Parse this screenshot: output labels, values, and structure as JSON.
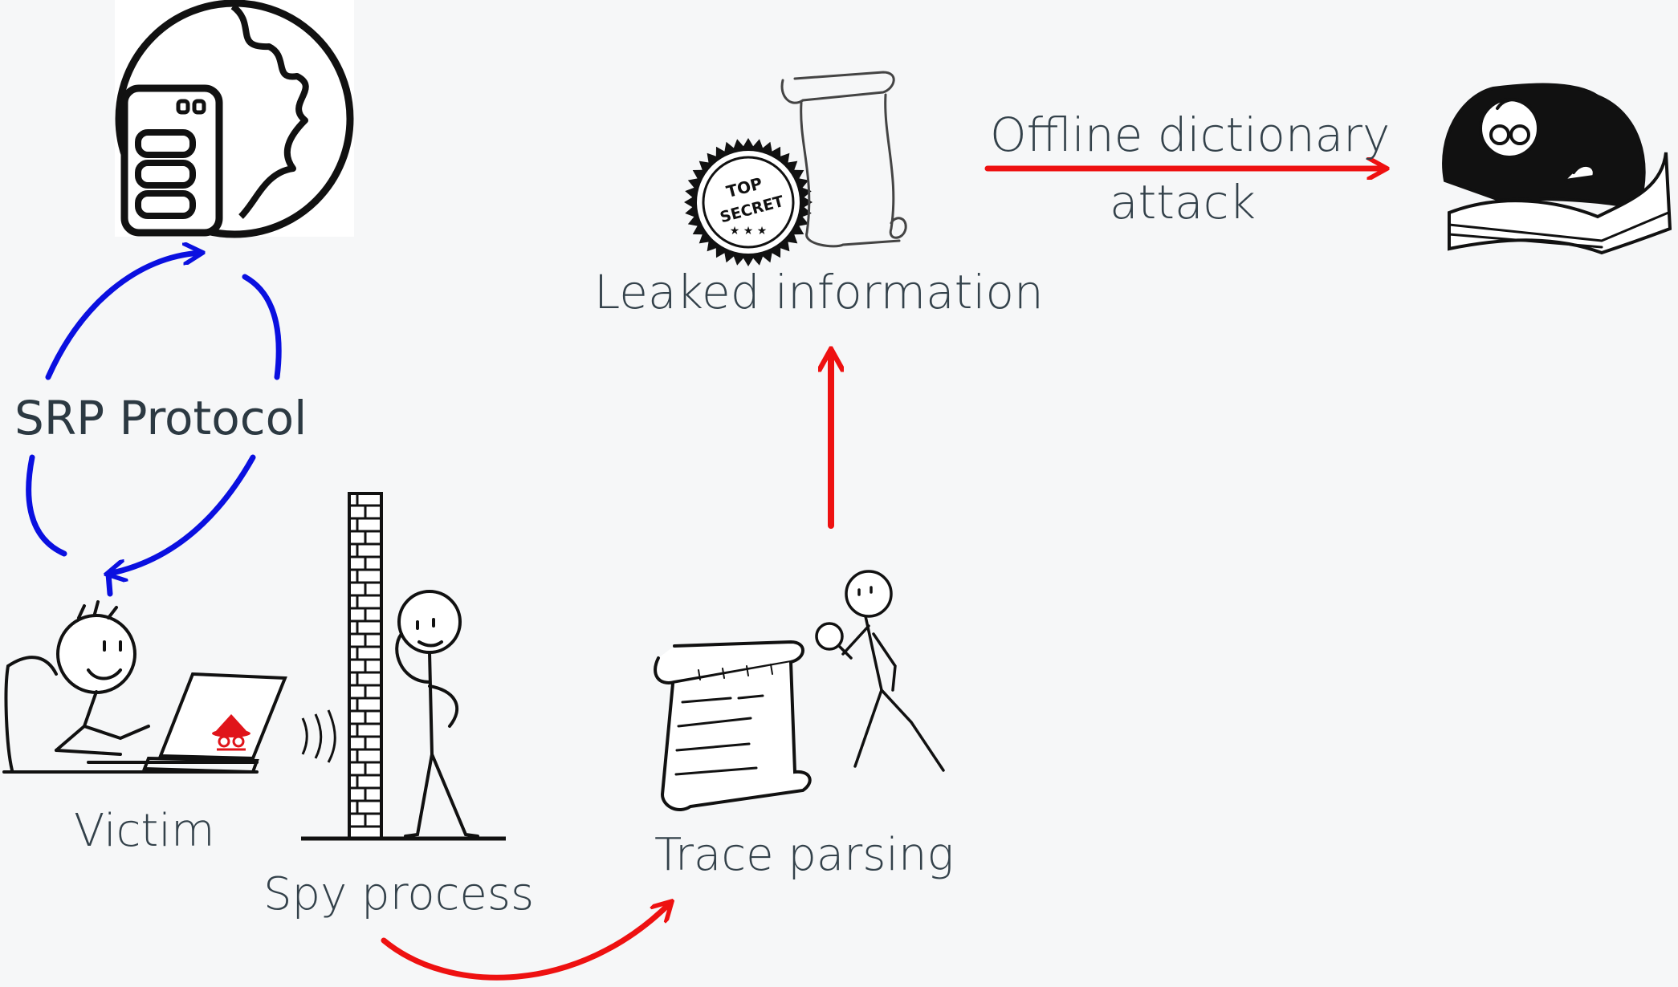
{
  "labels": {
    "srp_protocol": "SRP Protocol",
    "victim": "Victim",
    "spy_process": "Spy process",
    "trace_parsing": "Trace parsing",
    "leaked_information": "Leaked information",
    "offline_line1": "Offline dictionary",
    "offline_line2": "attack"
  },
  "artwork_text": {
    "stamp": "TOP SECRET"
  },
  "colors": {
    "protocol_arrows": "#0a10e0",
    "attack_arrows": "#ee1111",
    "spy_icon": "#e0141a",
    "ink": "#111111",
    "text": "#33414a"
  },
  "icons": [
    "server-globe-icon",
    "victim-laptop-icon",
    "brick-wall-icon",
    "eavesdropper-icon",
    "scroll-trace-icon",
    "detective-icon",
    "top-secret-stamp-icon",
    "blank-scroll-icon",
    "reader-book-icon"
  ]
}
